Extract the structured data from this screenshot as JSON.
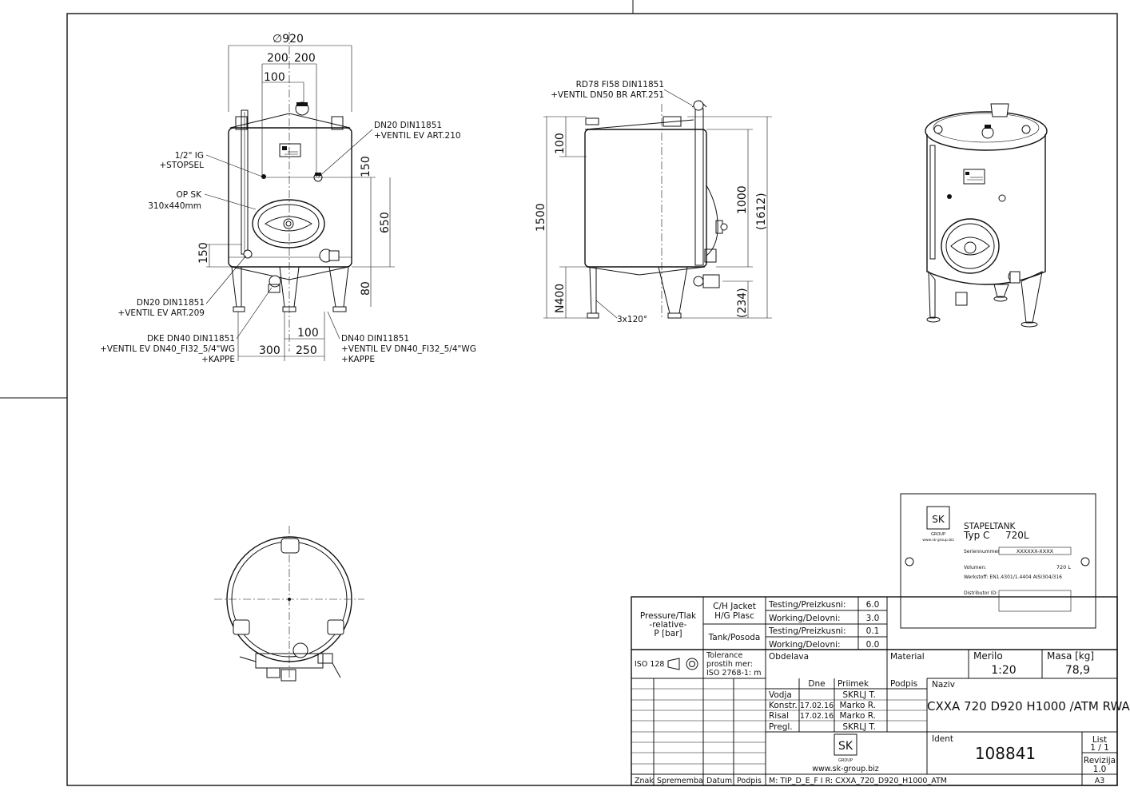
{
  "front_view": {
    "dimensions": {
      "diameter": "∅920",
      "half_left": "200",
      "half_right": "200",
      "offset_100": "100",
      "height_150_top": "150",
      "height_650": "650",
      "height_80": "80",
      "height_150_bottom": "150",
      "bottom_100": "100",
      "bottom_300": "300",
      "bottom_250": "250"
    },
    "callouts": {
      "ig_line1": "1/2\" IG",
      "ig_line2": "+STOPSEL",
      "opsk_line1": "OP SK",
      "opsk_line2": "310x440mm",
      "dn20_top_line1": "DN20 DIN11851",
      "dn20_top_line2": "+VENTIL EV ART.210",
      "dn20_bottom_line1": "DN20 DIN11851",
      "dn20_bottom_line2": "+VENTIL EV ART.209",
      "dke_line1": "DKE DN40 DIN11851",
      "dke_line2": "+VENTIL EV DN40_FI32_5/4\"WG",
      "dke_line3": "+KAPPE",
      "dn40_line1": "DN40 DIN11851",
      "dn40_line2": "+VENTIL EV DN40_FI32_5/4\"WG",
      "dn40_line3": "+KAPPE"
    }
  },
  "side_view": {
    "callout_line1": "RD78 FI58 DIN11851",
    "callout_line2": "+VENTIL DN50 BR ART.251",
    "dims": {
      "d100": "100",
      "d1500": "1500",
      "dn400": "N400",
      "d1000": "1000",
      "d1612": "(1612)",
      "d234": "(234)",
      "legs": "3x120°"
    }
  },
  "nameplate": {
    "title": "STAPELTANK",
    "type": "Typ  C",
    "volume_label_big": "720L",
    "serial_label": "Seriennummer",
    "serial_value": "XXXXXX-XXXX",
    "volume_label": "Volumen:",
    "volume_value": "720  L",
    "material_label": "Werkstoff: EN1.4301/1.4404  AISI304/316",
    "distributor_label": "Distributor  ID:",
    "logo_text": "SK",
    "logo_sub": "GROUP",
    "logo_url": "www.sk-group.biz"
  },
  "title_block": {
    "pressure_label_1": "Pressure/Tlak",
    "pressure_label_2": "-relative-",
    "pressure_label_3": "P [bar]",
    "jacket_label_1": "C/H Jacket",
    "jacket_label_2": "H/G Plasc",
    "tank_label": "Tank/Posoda",
    "rows": [
      {
        "label": "Testing/Preizkusni:",
        "value": "6.0"
      },
      {
        "label": "Working/Delovni:",
        "value": "3.0"
      },
      {
        "label": "Testing/Preizkusni:",
        "value": "0.1"
      },
      {
        "label": "Working/Delovni:",
        "value": "0.0"
      }
    ],
    "iso": "ISO 128",
    "tolerance_1": "Tolerance",
    "tolerance_2": "prostih mer:",
    "tolerance_3": "ISO 2768-1: m",
    "obdelava": "Obdelava",
    "material": "Material",
    "merilo_label": "Merilo",
    "merilo_value": "1:20",
    "masa_label": "Masa [kg]",
    "masa_value": "78,9",
    "col_dne": "Dne",
    "col_priimek": "Priimek",
    "col_podpis": "Podpis",
    "naziv_label": "Naziv",
    "naziv_value": "CXXA 720 D920 H1000 /ATM RWA",
    "people": [
      {
        "role": "Vodja",
        "date": "",
        "name": "SKRLJ T."
      },
      {
        "role": "Konstr.",
        "date": "17.02.16",
        "name": "Marko R."
      },
      {
        "role": "Risal",
        "date": "17.02.16",
        "name": "Marko R."
      },
      {
        "role": "Pregl.",
        "date": "",
        "name": "SKRLJ T."
      }
    ],
    "ident_label": "Ident",
    "ident_value": "108841",
    "list_label": "List",
    "list_value": "1 / 1",
    "revizija_label": "Revizija",
    "revizija_value": "1.0",
    "logo_text": "SK",
    "logo_sub": "GROUP",
    "website": "www.sk-group.biz",
    "footer_znak": "Znak",
    "footer_sprememba": "Sprememba",
    "footer_datum": "Datum",
    "footer_podpis": "Podpis",
    "footer_file": "M: TIP_D_E_F I R: CXXA_720_D920_H1000_ATM",
    "format": "A3"
  }
}
